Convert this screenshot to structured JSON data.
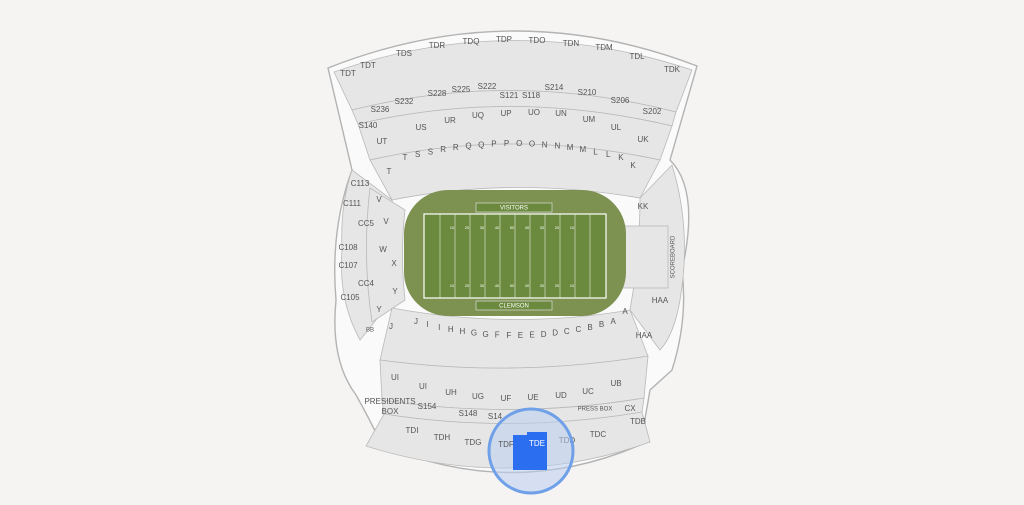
{
  "map": {
    "field": {
      "top_endzone": "VISITORS",
      "bottom_endzone": "CLEMSON",
      "yard_numbers_top": [
        "10",
        "20",
        "30",
        "40",
        "50",
        "40",
        "30",
        "20",
        "10"
      ],
      "yard_numbers_bottom": [
        "10",
        "20",
        "30",
        "40",
        "50",
        "40",
        "30",
        "20",
        "10"
      ]
    },
    "scoreboard_label": "SCOREBOARD",
    "press_box_label": "PRESS BOX",
    "presidents_box_label_line1": "PRESIDENTS",
    "presidents_box_label_line2": "BOX",
    "upper_north": [
      "TDT",
      "TDT",
      "TDS",
      "TDR",
      "TDQ",
      "TDP",
      "TDO",
      "TDN",
      "TDM",
      "TDL",
      "TDK"
    ],
    "suites_north": [
      "S236",
      "S232",
      "S228",
      "S225",
      "S222",
      "S121",
      "S118",
      "S214",
      "S210",
      "S206",
      "S202"
    ],
    "suites_north_extra": "S140",
    "upper_north_second": [
      "UT",
      "US",
      "UR",
      "UQ",
      "UP",
      "UO",
      "UN",
      "UM",
      "UL",
      "UK"
    ],
    "lower_north": [
      "T",
      "S",
      "S",
      "R",
      "R",
      "Q",
      "Q",
      "P",
      "P",
      "O",
      "O",
      "N",
      "N",
      "M",
      "M",
      "L",
      "L",
      "K"
    ],
    "lower_north_extra": [
      "T",
      "K"
    ],
    "west_labels": [
      "C113",
      "C111",
      "CC5",
      "C108",
      "C107",
      "CC4",
      "C105"
    ],
    "west_inner": [
      "V",
      "V",
      "W",
      "X",
      "Y",
      "Y",
      "J"
    ],
    "west_extra": "BB",
    "east_labels": [
      "KK",
      "HAA",
      "A",
      "HAA"
    ],
    "lower_south": [
      "J",
      "I",
      "I",
      "H",
      "H",
      "G",
      "G",
      "F",
      "F",
      "E",
      "E",
      "D",
      "D",
      "C",
      "C",
      "B",
      "B",
      "A"
    ],
    "upper_south": [
      "UI",
      "UI",
      "UH",
      "UG",
      "UF",
      "UE",
      "UD",
      "UC",
      "UB"
    ],
    "suites_south": [
      "S154",
      "S148",
      "S14"
    ],
    "south_extra": "CX",
    "upper_south_deck": [
      "TDI",
      "TDH",
      "TDG",
      "TDF",
      "TDE",
      "TDD",
      "TDC",
      "TDB"
    ],
    "highlight": {
      "section": "TDE",
      "neighbor": "TDF",
      "color": "#2b6ff0",
      "ring_color": "#6fa0e8"
    }
  }
}
